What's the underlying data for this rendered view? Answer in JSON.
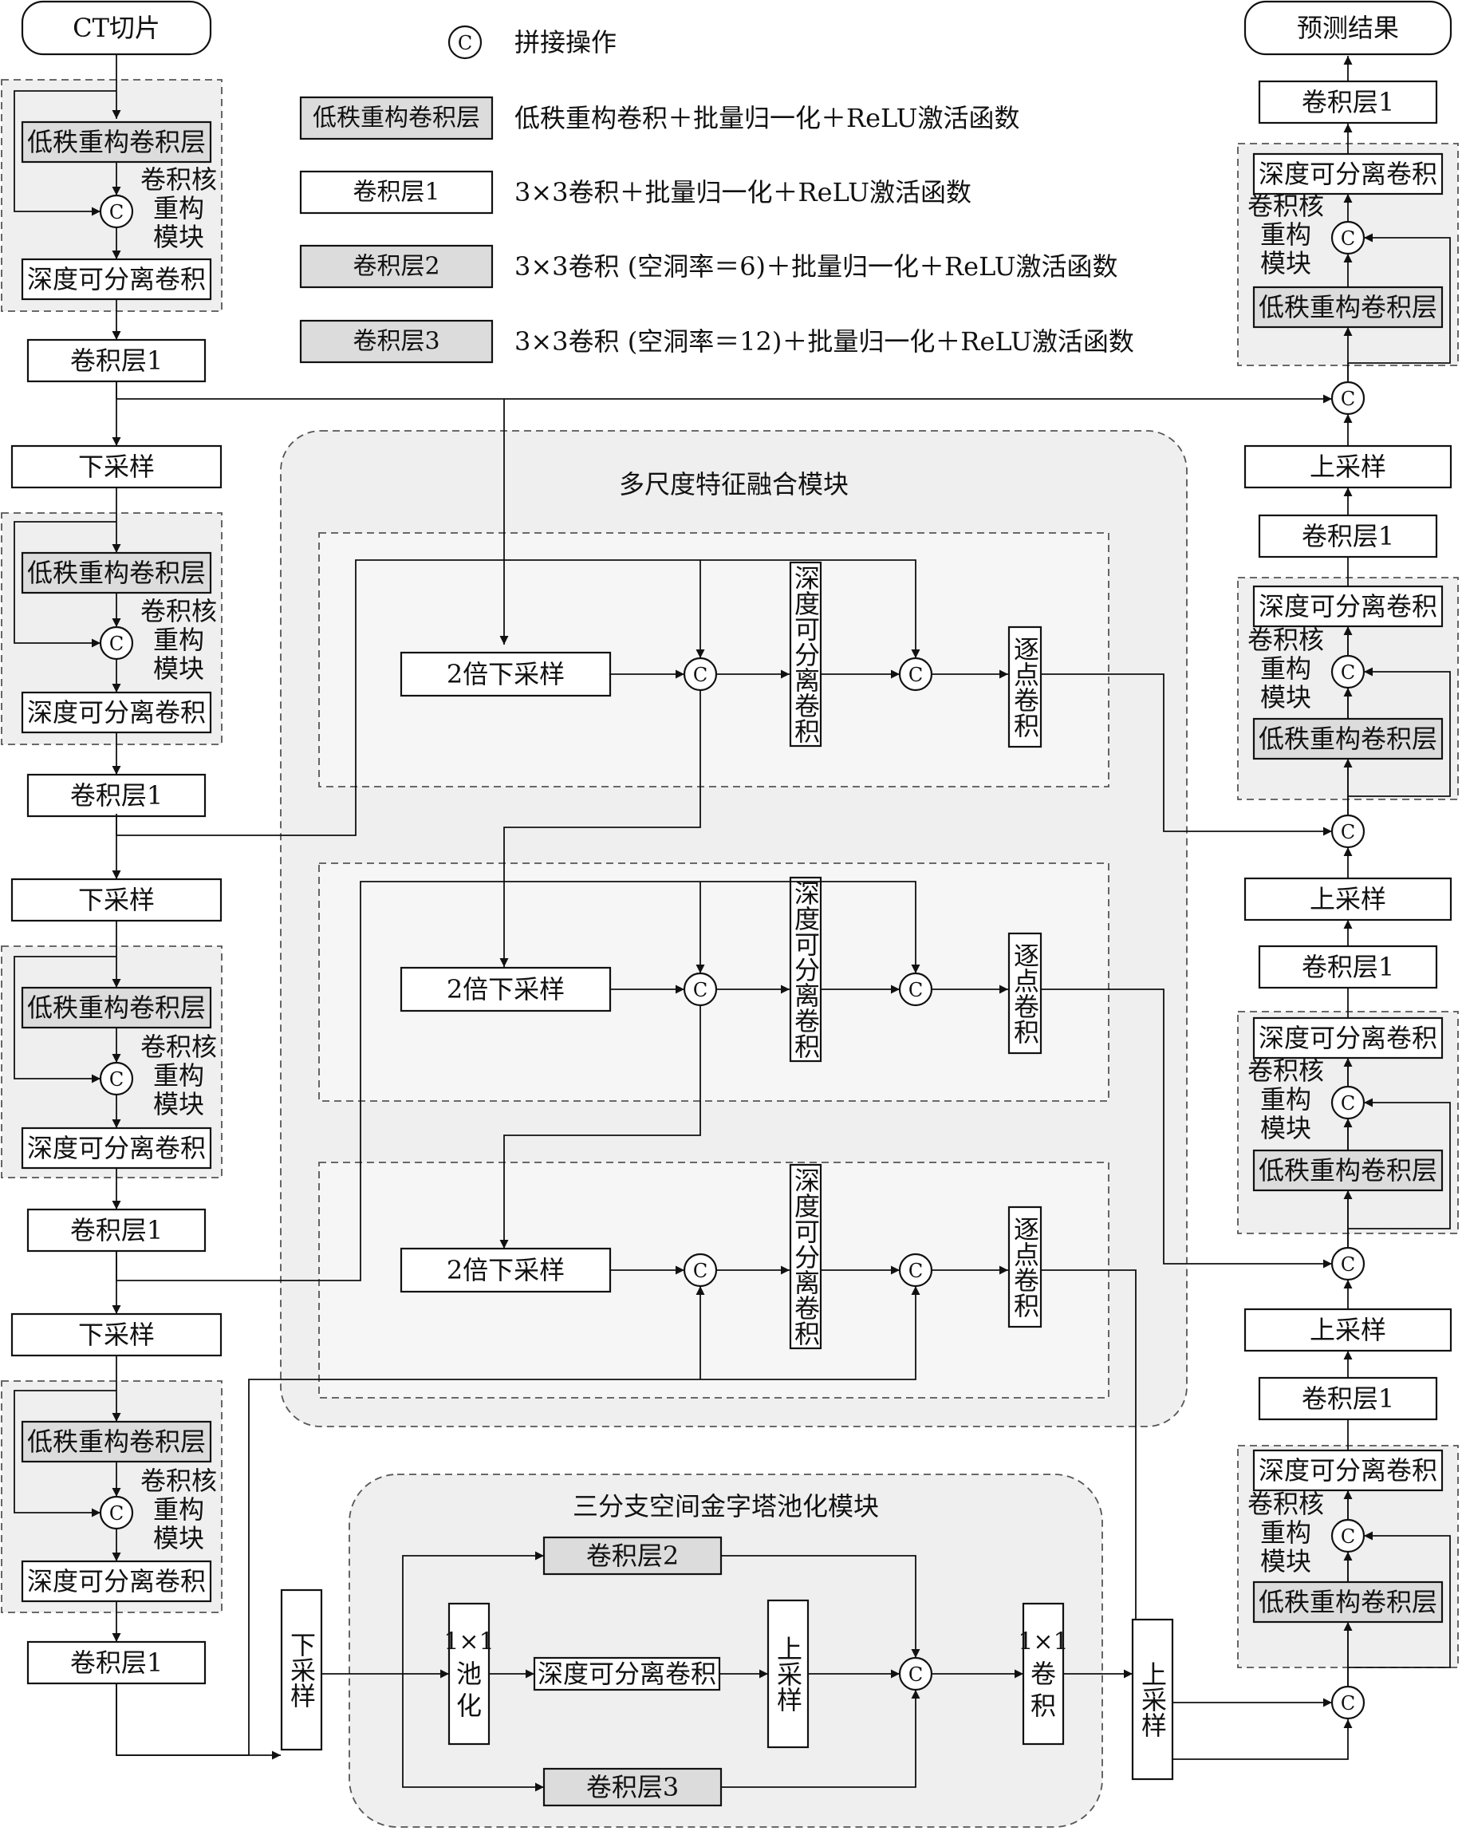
{
  "legend": {
    "concat_symbol": "C",
    "concat_desc": "拼接操作",
    "items": [
      {
        "box": "低秩重构卷积层",
        "desc": "低秩重构卷积＋批量归一化＋ReLU激活函数"
      },
      {
        "box": "卷积层1",
        "desc": "3×3卷积＋批量归一化＋ReLU激活函数"
      },
      {
        "box": "卷积层2",
        "desc": "3×3卷积 (空洞率＝6)＋批量归一化＋ReLU激活函数"
      },
      {
        "box": "卷积层3",
        "desc": "3×3卷积 (空洞率＝12)＋批量归一化＋ReLU激活函数"
      }
    ]
  },
  "labels": {
    "input": "CT切片",
    "output": "预测结果",
    "lowrank": "低秩重构卷积层",
    "dwconv": "深度可分离卷积",
    "kernel_module": [
      "卷积核",
      "重构",
      "模块"
    ],
    "conv1": "卷积层1",
    "conv2": "卷积层2",
    "conv3": "卷积层3",
    "down": "下采样",
    "up": "上采样",
    "concat": "C",
    "msff_title": "多尺度特征融合模块",
    "down2x": "2倍下采样",
    "dw_vertical": "深度可分离卷积",
    "pointwise": "逐点卷积",
    "spp_title": "三分支空间金字塔池化模块",
    "pool_1x1": [
      "1×1",
      "池",
      "化"
    ],
    "conv_1x1": [
      "1×1",
      "卷",
      "积"
    ]
  },
  "colors": {
    "gray_box": "#dcdcdc",
    "panel": "#efefef",
    "inner_panel": "#f6f6f6",
    "line": "#111111"
  }
}
